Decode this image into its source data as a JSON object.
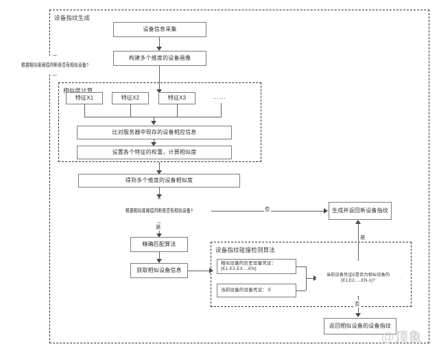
{
  "diagram": {
    "title": "设备指纹生成",
    "groups": [
      {
        "id": "outer",
        "label": "设备指纹生成"
      },
      {
        "id": "similarity",
        "label": "相似度计算"
      },
      {
        "id": "collision",
        "label": "设备指纹碰撞检测算法"
      }
    ],
    "nodes": [
      {
        "id": "collect",
        "label": "设备信息采集"
      },
      {
        "id": "profile",
        "label": "构建多个维度的设备画像"
      },
      {
        "id": "featureX1",
        "label": "特征X1"
      },
      {
        "id": "featureX2",
        "label": "特征X2"
      },
      {
        "id": "featureX3",
        "label": "特征X3"
      },
      {
        "id": "featureMore",
        "label": "……"
      },
      {
        "id": "compare",
        "label": "比对服务器中现存的设备相应信息"
      },
      {
        "id": "weights",
        "label": "设置各个特征的权重，计算相似度"
      },
      {
        "id": "multiSim",
        "label": "得到多个维度的设备相似度"
      },
      {
        "id": "decision1",
        "label": "根据相似度阈值判断是否有相似设备?"
      },
      {
        "id": "decisionGhost",
        "label": "根据相似度阈值判断是否有相似设备?"
      },
      {
        "id": "exactMatch",
        "label": "精确匹配算法"
      },
      {
        "id": "getSimilar",
        "label": "获取相似设备信息"
      },
      {
        "id": "historyCred",
        "label": "相似设备的历史设备凭证：{E1,E2,E3…,EN}"
      },
      {
        "id": "currentCred",
        "label": "当前设备的设备凭证： E"
      },
      {
        "id": "decision2",
        "label": "当前设备凭证E是否为相似设备的{E1,E2,…,EN-1}?"
      },
      {
        "id": "newFingerprint",
        "label": "生成并返回新设备指纹"
      },
      {
        "id": "similarFinger",
        "label": "返回相似设备的设备指纹"
      }
    ],
    "edge_labels": {
      "decision1_yes": "是",
      "decision1_no": "否",
      "decision2_yes": "是",
      "decision2_no": "否"
    },
    "watermark": "@顶象",
    "colors": {
      "box_border": "#7a7a7a",
      "group_border": "#2b2b2b",
      "connector": "#5c5c5c",
      "text": "#2f2f2f",
      "background": "#ffffff"
    }
  }
}
